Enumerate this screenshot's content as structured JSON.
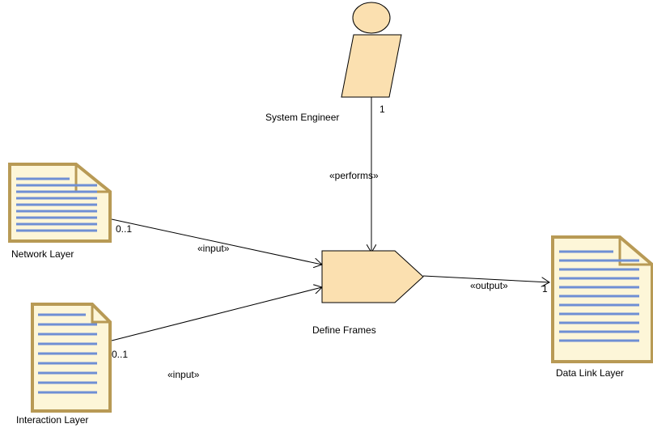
{
  "diagram": {
    "performer": {
      "name": "System Engineer",
      "multiplicity": "1"
    },
    "task": {
      "name": "Define Frames"
    },
    "inputs": [
      {
        "name": "Network Layer",
        "multiplicity": "0..1",
        "stereotype": "«input»"
      },
      {
        "name": "Interaction Layer",
        "multiplicity": "0..1",
        "stereotype": "«input»"
      }
    ],
    "output": {
      "name": "Data Link Layer",
      "multiplicity": "1",
      "stereotype": "«output»"
    },
    "performs_stereotype": "«performs»"
  },
  "colors": {
    "fill": "#fbe0b0",
    "doc_fill": "#fdf6d8",
    "doc_border": "#b89a55",
    "doc_lines": "#6f8fd4",
    "stroke": "#000000"
  }
}
